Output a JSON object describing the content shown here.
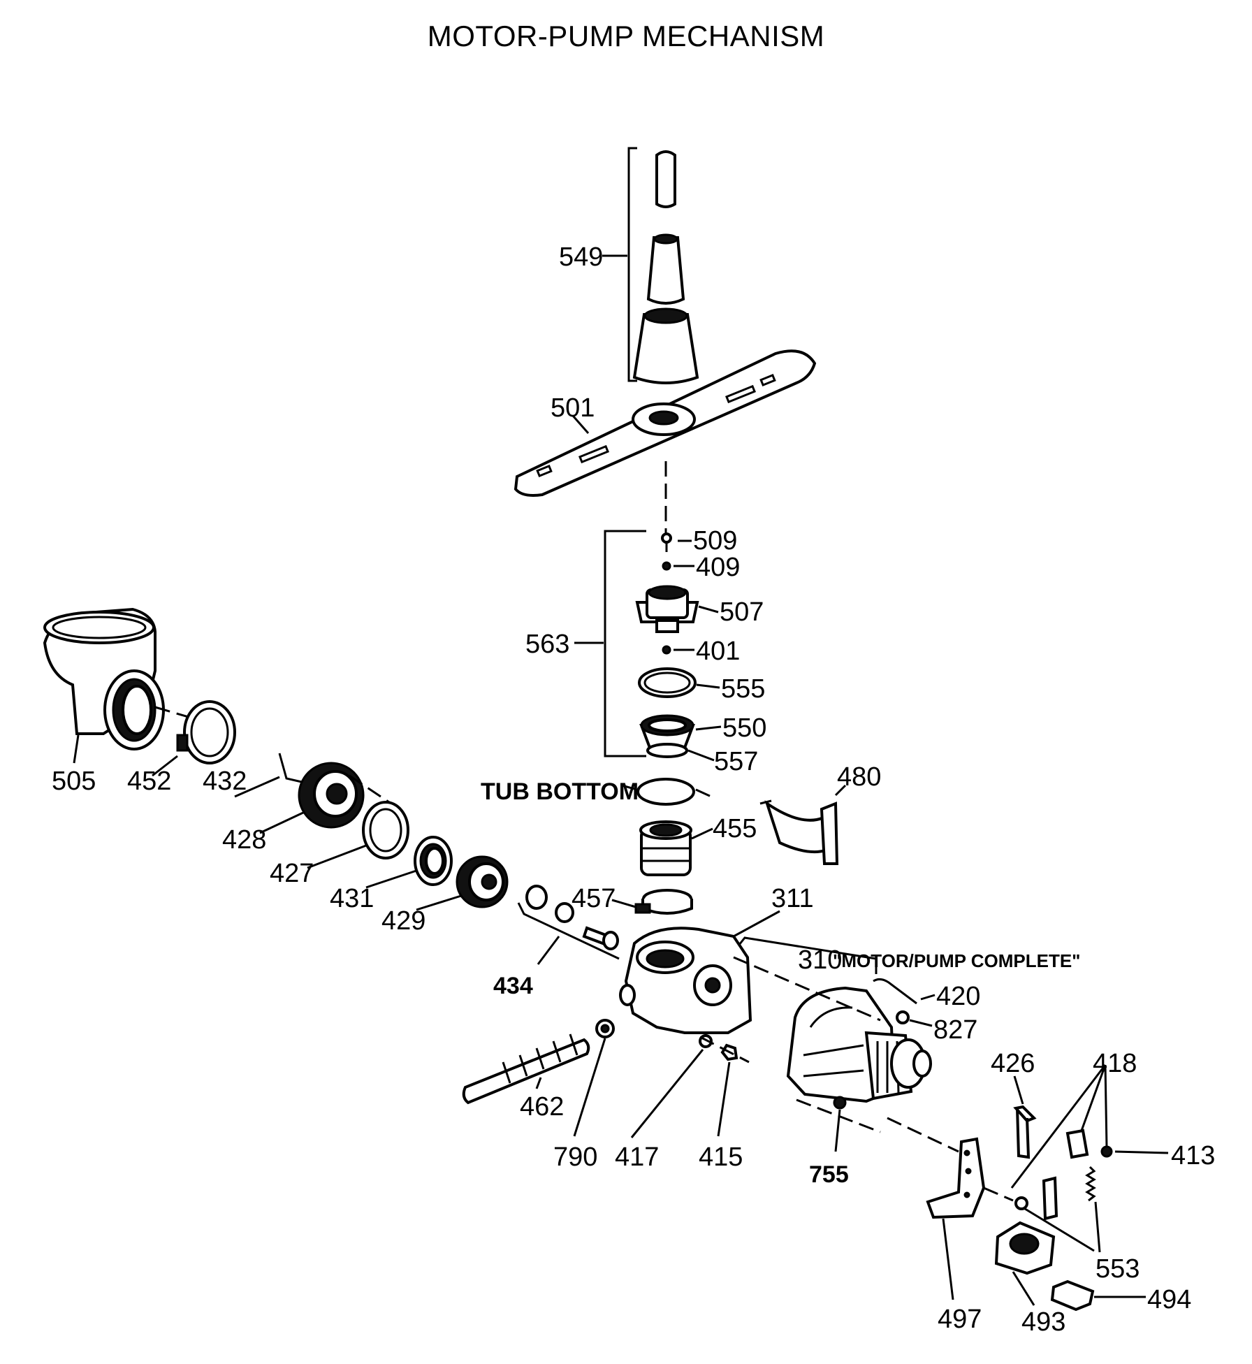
{
  "title": "MOTOR-PUMP MECHANISM",
  "labels": {
    "p549": "549",
    "p501": "501",
    "p509": "509",
    "p409": "409",
    "p507": "507",
    "p563": "563",
    "p401": "401",
    "p555": "555",
    "p550": "550",
    "p557": "557",
    "tub_bottom": "TUB BOTTOM",
    "p480": "480",
    "p455": "455",
    "p505": "505",
    "p452": "452",
    "p432": "432",
    "p428": "428",
    "p427": "427",
    "p431": "431",
    "p429": "429",
    "p457": "457",
    "p311": "311",
    "p434": "434",
    "p310": "310",
    "motor_pump_complete": "\"MOTOR/PUMP COMPLETE\"",
    "p420": "420",
    "p827": "827",
    "p462": "462",
    "p790": "790",
    "p417": "417",
    "p415": "415",
    "p755": "755",
    "p426": "426",
    "p418": "418",
    "p413": "413",
    "p553": "553",
    "p497": "497",
    "p493": "493",
    "p494": "494"
  }
}
